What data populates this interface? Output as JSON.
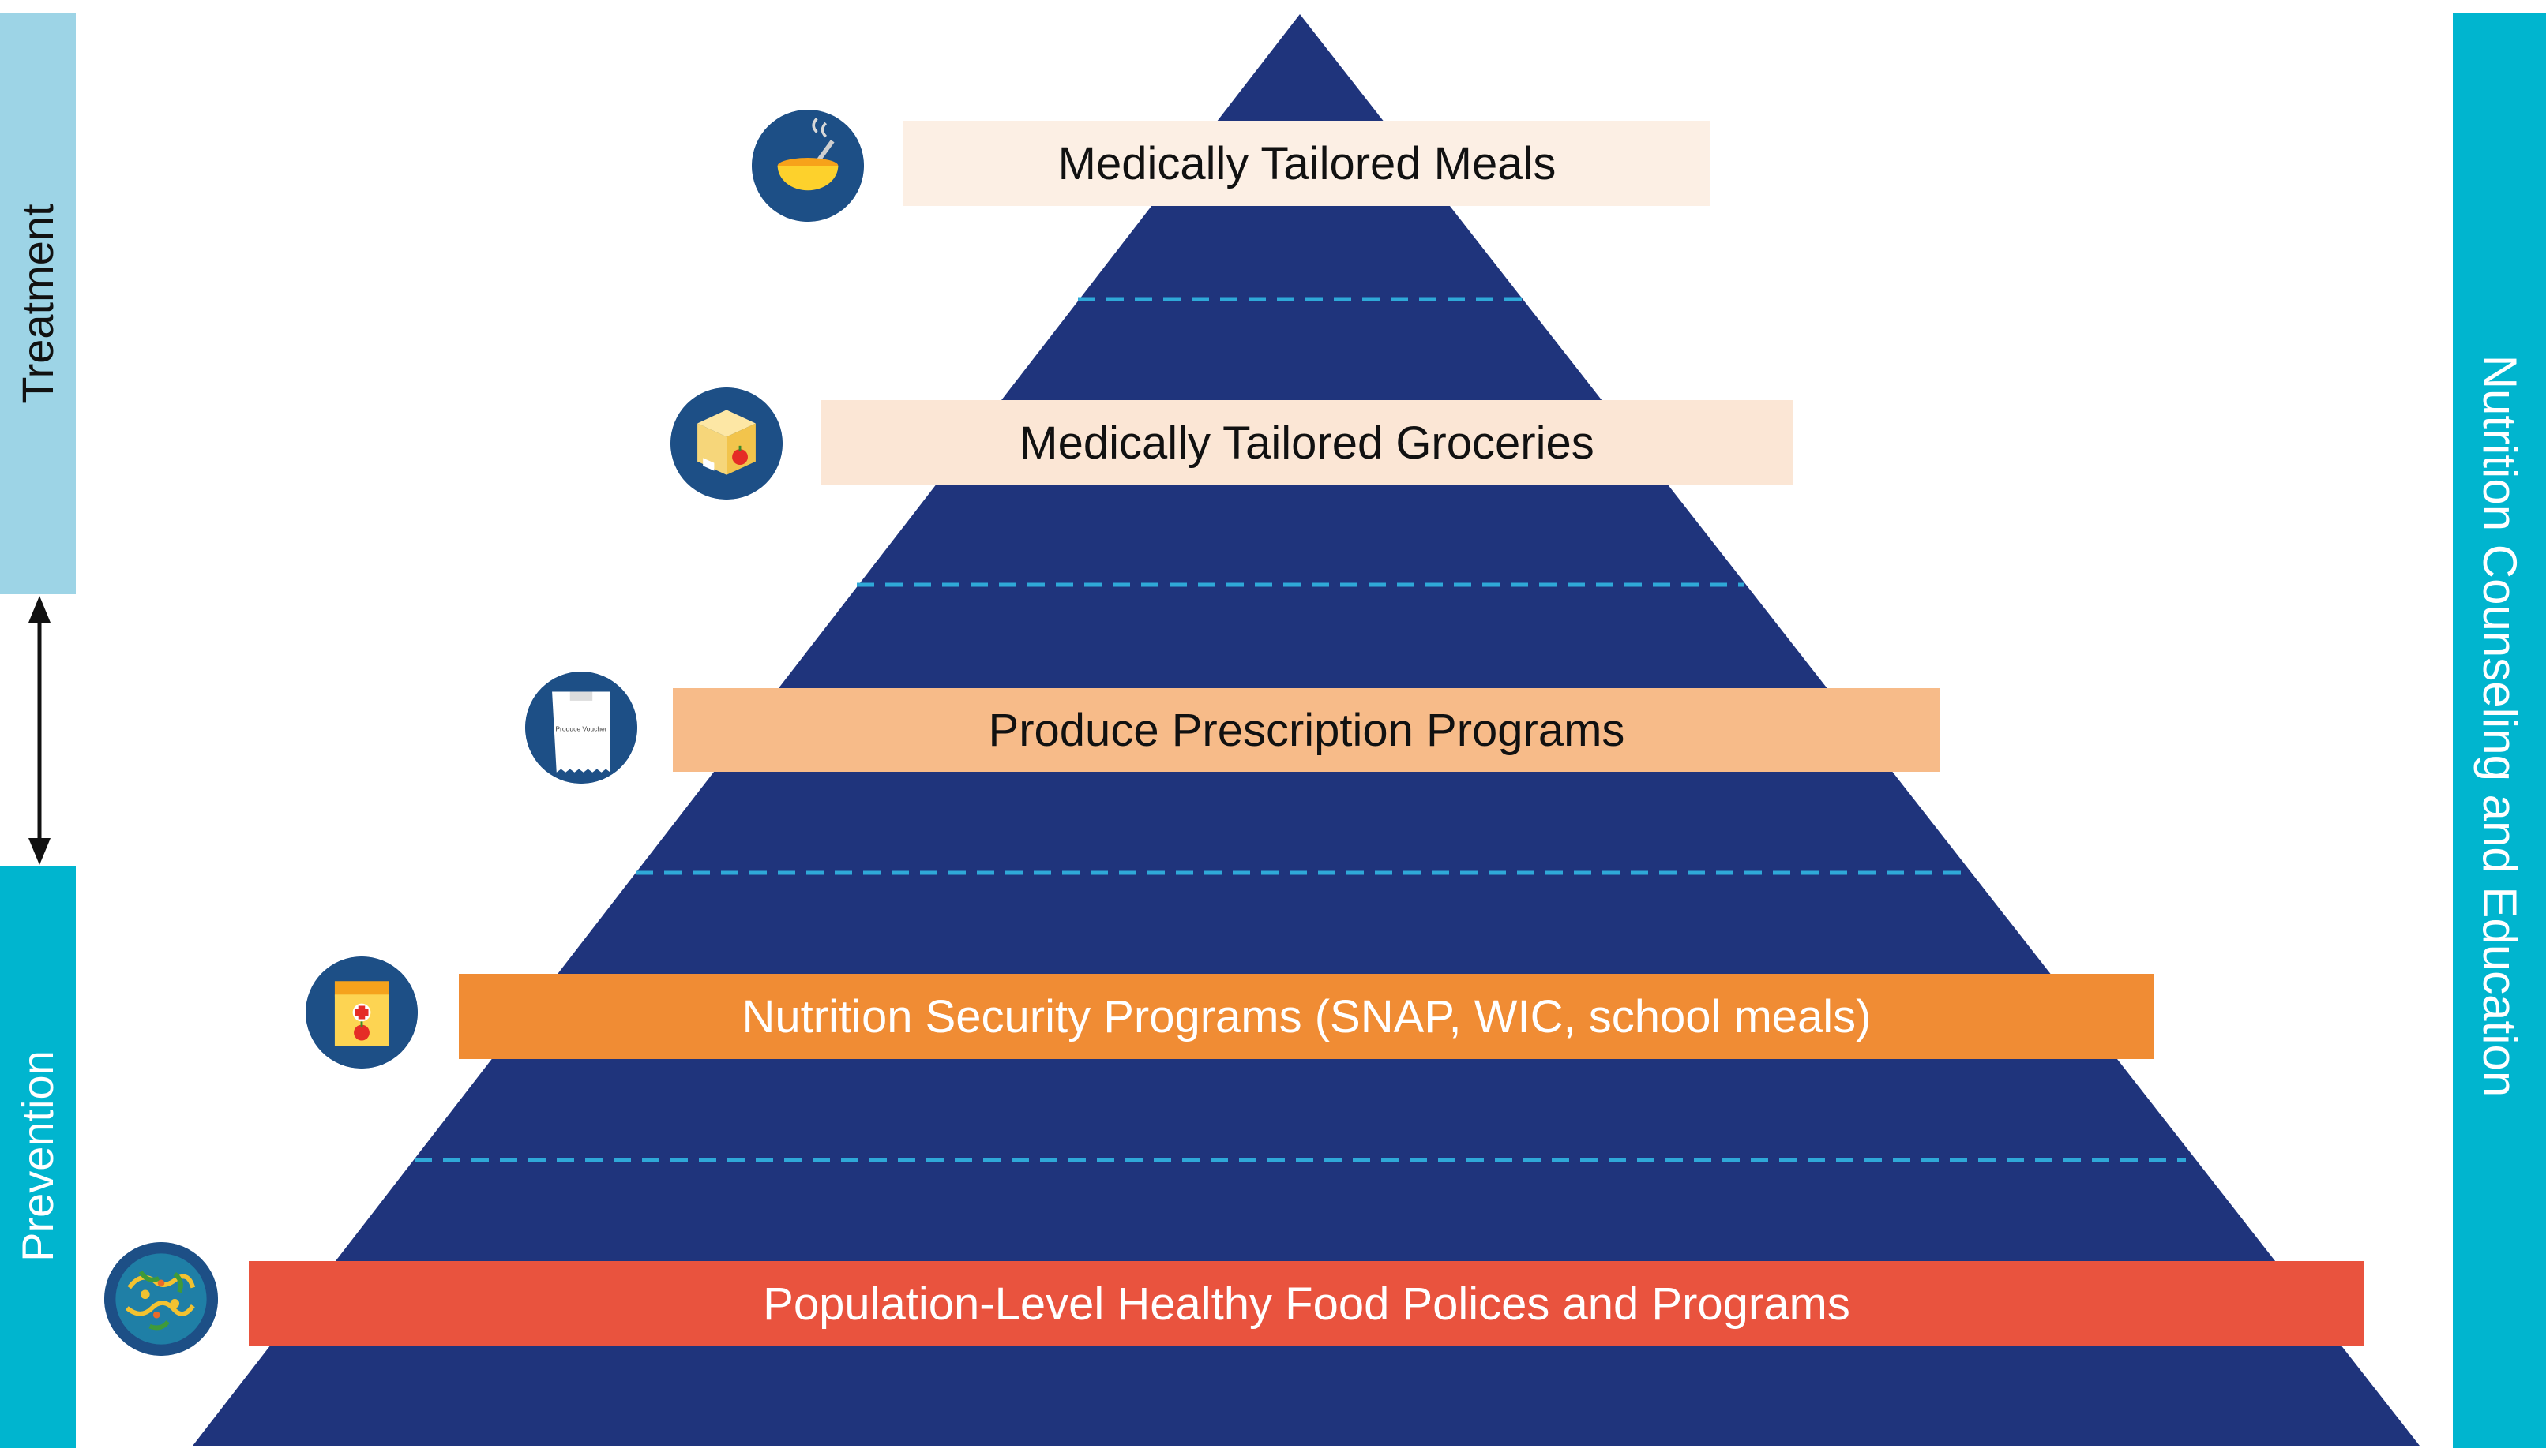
{
  "left_axis": {
    "top_label": "Treatment",
    "bottom_label": "Prevention"
  },
  "right_bar": {
    "label": "Nutrition Counseling and Education"
  },
  "colors": {
    "pyramid": "#1f347c",
    "divider": "#2fa9d8",
    "treatment_bar": "#9dd4e6",
    "prevention_bar": "#00b5cf",
    "right_bar": "#00b5cf",
    "icon_circle": "#1d4f86"
  },
  "tiers": [
    {
      "label": "Medically Tailored Meals",
      "icon": "soup-bowl-icon",
      "fill": "#fcefe4",
      "text_color": "#111111"
    },
    {
      "label": "Medically Tailored Groceries",
      "icon": "grocery-box-icon",
      "fill": "#fbe6d5",
      "text_color": "#111111"
    },
    {
      "label": "Produce Prescription Programs",
      "icon": "produce-voucher-icon",
      "icon_text": "Produce Voucher",
      "fill": "#f7bb89",
      "text_color": "#111111"
    },
    {
      "label": "Nutrition Security Programs (SNAP, WIC, school meals)",
      "icon": "food-bag-icon",
      "fill": "#f08c34",
      "text_color": "#ffffff"
    },
    {
      "label": "Population-Level Healthy Food Polices and Programs",
      "icon": "community-globe-icon",
      "fill": "#e9533e",
      "text_color": "#ffffff"
    }
  ]
}
